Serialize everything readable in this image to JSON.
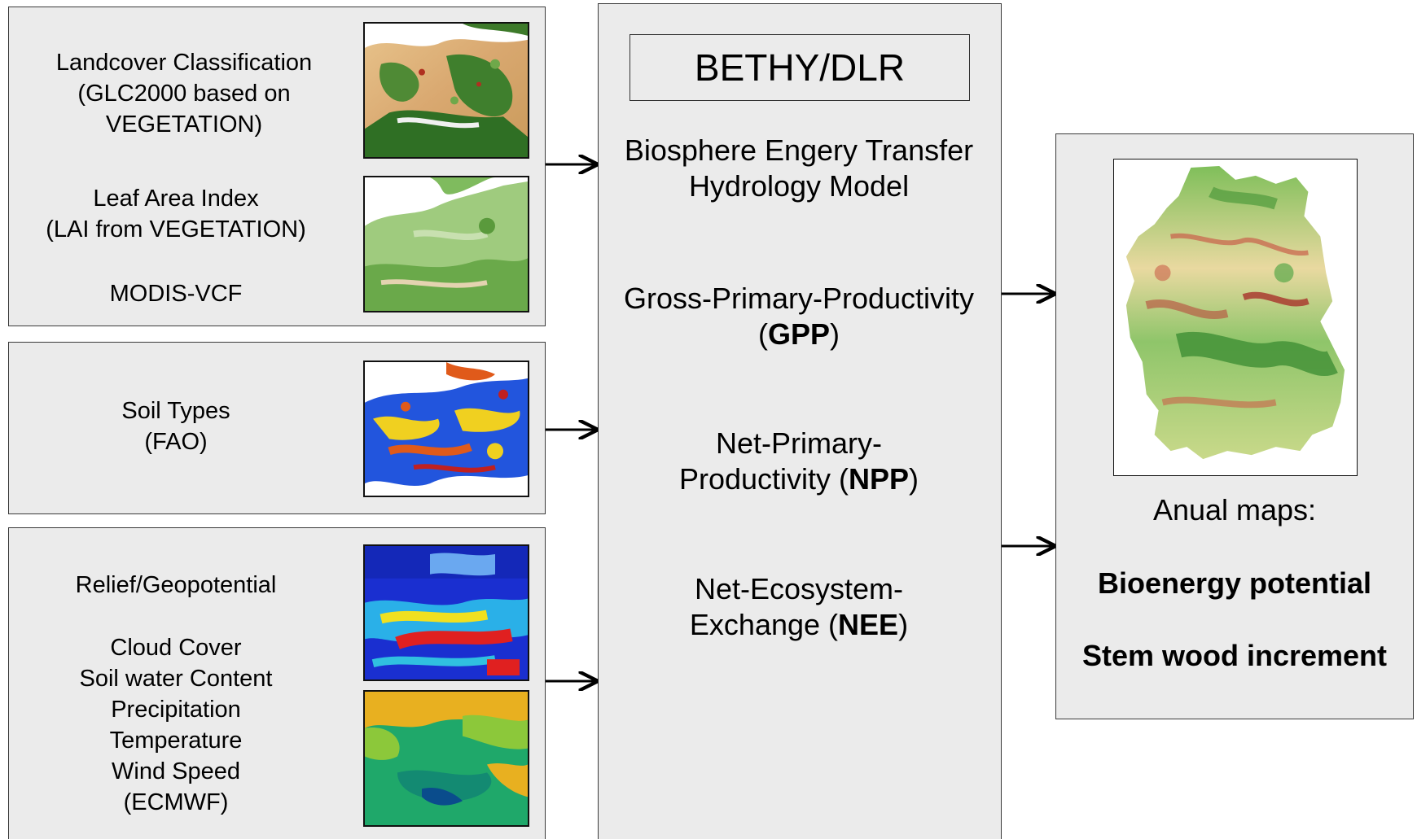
{
  "inputs": {
    "landcover": {
      "classification_lines": [
        "Landcover Classification",
        "(GLC2000 based on",
        "VEGETATION)"
      ],
      "lai_lines": [
        "Leaf Area Index",
        "(LAI from VEGETATION)"
      ],
      "modis": "MODIS-VCF"
    },
    "soil": {
      "lines": [
        "Soil Types",
        "(FAO)"
      ]
    },
    "meteo": {
      "relief": "Relief/Geopotential",
      "lines": [
        "Cloud Cover",
        "Soil water Content",
        "Precipitation",
        "Temperature",
        "Wind Speed",
        "(ECMWF)"
      ]
    }
  },
  "model": {
    "title": "BETHY/DLR",
    "desc_lines": [
      "Biosphere Engery Transfer",
      "Hydrology Model"
    ],
    "gpp": {
      "line1": "Gross-Primary-Productivity",
      "open": "(",
      "abbr": "GPP",
      "close": ")"
    },
    "npp": {
      "line1": "Net-Primary-",
      "line2": "Productivity (",
      "abbr": "NPP",
      "close": ")"
    },
    "nee": {
      "line1": "Net-Ecosystem-",
      "line2": "Exchange (",
      "abbr": "NEE",
      "close": ")"
    }
  },
  "output": {
    "label": "Anual maps:",
    "item1": "Bioenergy potential",
    "item2": "Stem wood increment"
  }
}
